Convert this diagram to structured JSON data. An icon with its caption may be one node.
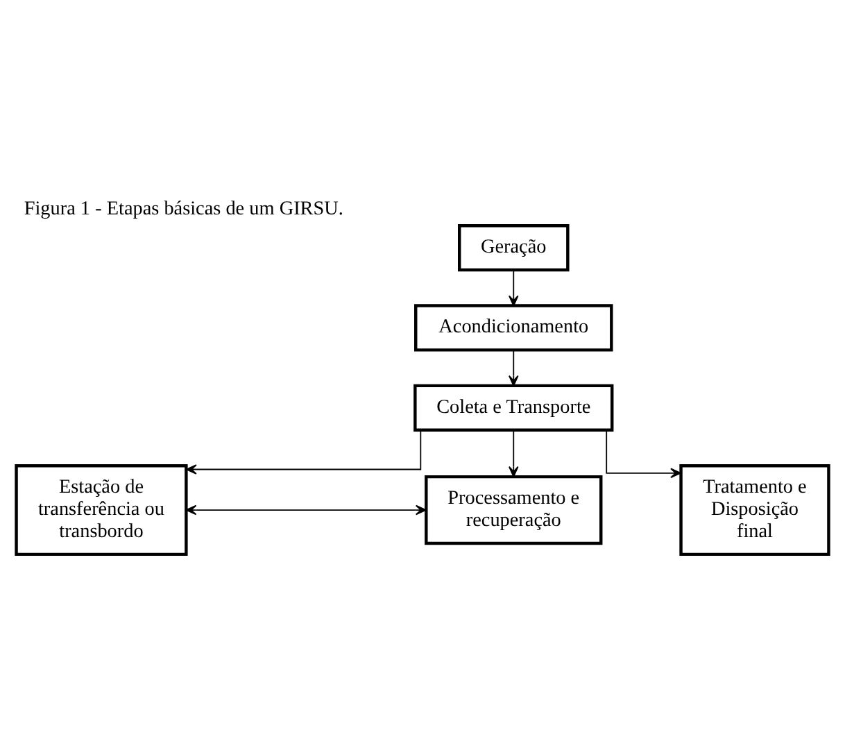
{
  "diagram": {
    "title": "Figura 1 - Etapas básicas de um GIRSU.",
    "nodes": [
      {
        "text": [
          "Geração"
        ]
      },
      {
        "text": [
          "Acondicionamento"
        ]
      },
      {
        "text": [
          "Coleta e Transporte"
        ]
      },
      {
        "text": [
          "Estação de transferência ou transbordo"
        ]
      },
      {
        "text": [
          "Processamento e recuperação"
        ]
      },
      {
        "text": [
          "Tratamento e Disposição final"
        ]
      }
    ],
    "edges": [
      {
        "from": 0,
        "to": 1,
        "arrow": "to"
      },
      {
        "from": 1,
        "to": 2,
        "arrow": "to"
      },
      {
        "from": 2,
        "to": 3,
        "arrow": "to"
      },
      {
        "from": 2,
        "to": 4,
        "arrow": "to"
      },
      {
        "from": 2,
        "to": 5,
        "arrow": "to"
      },
      {
        "from": 3,
        "to": 4,
        "arrow": "both"
      }
    ]
  }
}
